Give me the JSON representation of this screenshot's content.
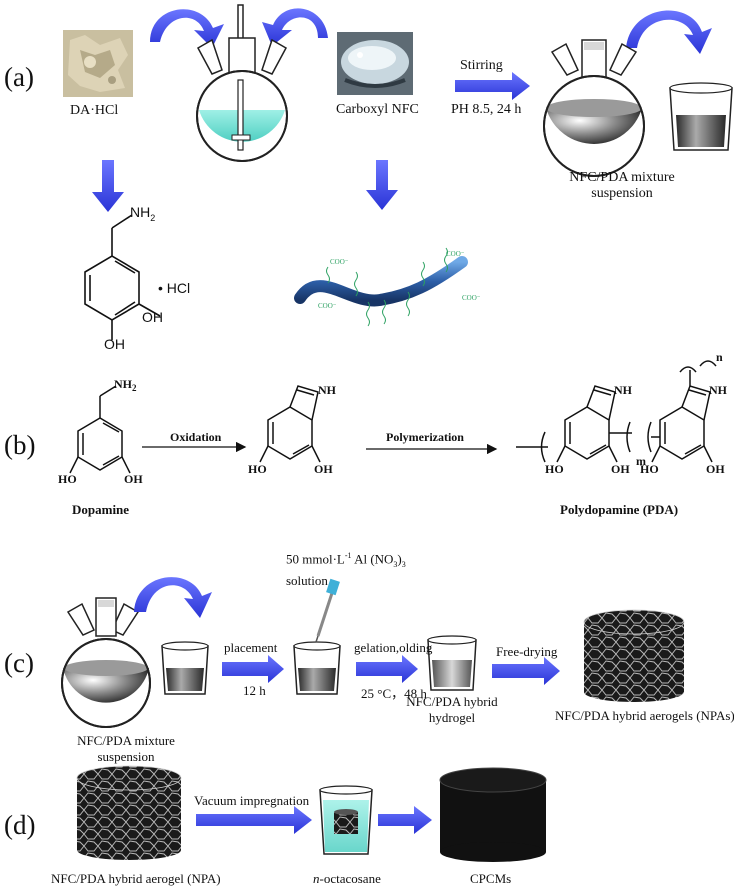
{
  "panels": {
    "a": "(a)",
    "b": "(b)",
    "c": "(c)",
    "d": "(d)"
  },
  "a": {
    "da_hcl": "DA·HCl",
    "carboxyl_nfc": "Carboxyl NFC",
    "stirring": "Stirring",
    "ph_time": "PH 8.5, 24 h",
    "mix_line1": "NFC/PDA mixture",
    "mix_line2": "suspension",
    "nh2": "NH",
    "nh2_sub": "2",
    "hcl": "• HCl",
    "oh": "OH",
    "coo": "COO⁻"
  },
  "b": {
    "nh2": "NH",
    "nh2_sub": "2",
    "oxidation": "Oxidation",
    "polymerization": "Polymerization",
    "ho": "HO",
    "oh": "OH",
    "nh": "NH",
    "m": "m",
    "n": "n",
    "dopamine": "Dopamine",
    "pda": "Polydopamine (PDA)"
  },
  "c": {
    "sol_line1": "50 mmol·L",
    "sol_sup1": "-1",
    "sol_al": " Al (NO",
    "sol_sub3a": "3",
    "sol_close": ")",
    "sol_sub3b": "3",
    "sol_line2": "solution",
    "placement": "placement",
    "time12": "12 h",
    "gelation": "gelation,olding",
    "cond": "25 °C，48 h",
    "free": "Free-drying",
    "mix_line1": "NFC/PDA mixture",
    "mix_line2": "suspension",
    "hydro1": "NFC/PDA hybrid",
    "hydro2": "hydrogel",
    "aerogels": "NFC/PDA hybrid aerogels (NPAs)"
  },
  "d": {
    "aerogel": "NFC/PDA hybrid aerogel (NPA)",
    "vacuum": "Vacuum impregnation",
    "octa_prefix": "n",
    "octa": "-octacosane",
    "cpcms": "CPCMs"
  },
  "colors": {
    "arrow_blue": "#3a46e8",
    "liquid": "#7ee0d4",
    "cylinder": "#111111"
  }
}
